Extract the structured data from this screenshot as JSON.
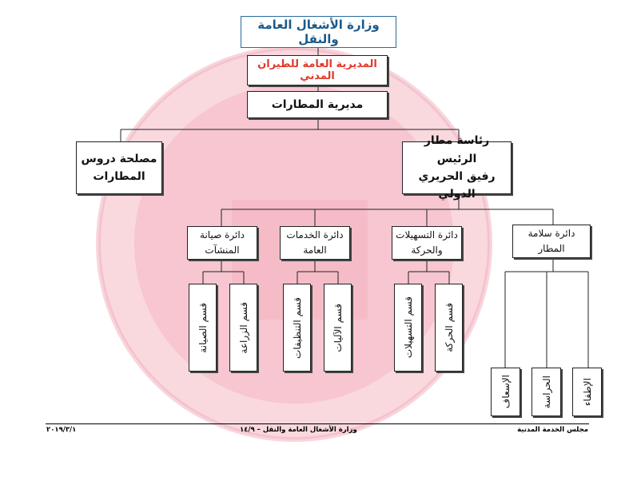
{
  "ministry": "وزارة الأشغال العامة والنقل",
  "dgca": "المديرية العامة للطيران المدني",
  "airports_directorate": "مديرية المطارات",
  "studies_unit": {
    "line1": "مصلحة دروس",
    "line2": "المطارات"
  },
  "airport_head": {
    "line1": "رئاسة مطار الرئيس",
    "line2": "رفيق الحريري الدولي"
  },
  "departments": [
    {
      "line1": "دائرة صيانة",
      "line2": "المنشآت",
      "sections": [
        "قسم الصيانة",
        "قسم الزراعة"
      ]
    },
    {
      "line1": "دائرة الخدمات",
      "line2": "العامة",
      "sections": [
        "قسم التنظيفات",
        "قسم الآليات"
      ]
    },
    {
      "line1": "دائرة التسهيلات",
      "line2": "والحركة",
      "sections": [
        "قسم التسهيلات",
        "قسم الحركة"
      ]
    },
    {
      "line1": "دائرة سلامة",
      "line2": "المطار",
      "sections": [
        "الإسعاف",
        "الحراسة",
        "الإطفاء"
      ]
    }
  ],
  "footer": {
    "right": "مجلس الخدمة المدنية",
    "center": "وزارة الأشغال العامة والنقل – ١٤/٩",
    "left": "٢٠١٩/٣/١"
  },
  "colors": {
    "ministry_text": "#1a5a8a",
    "ministry_border": "#2a6b9c",
    "dgca_text": "#e03a2a",
    "watermark": "#f6c6ce"
  }
}
